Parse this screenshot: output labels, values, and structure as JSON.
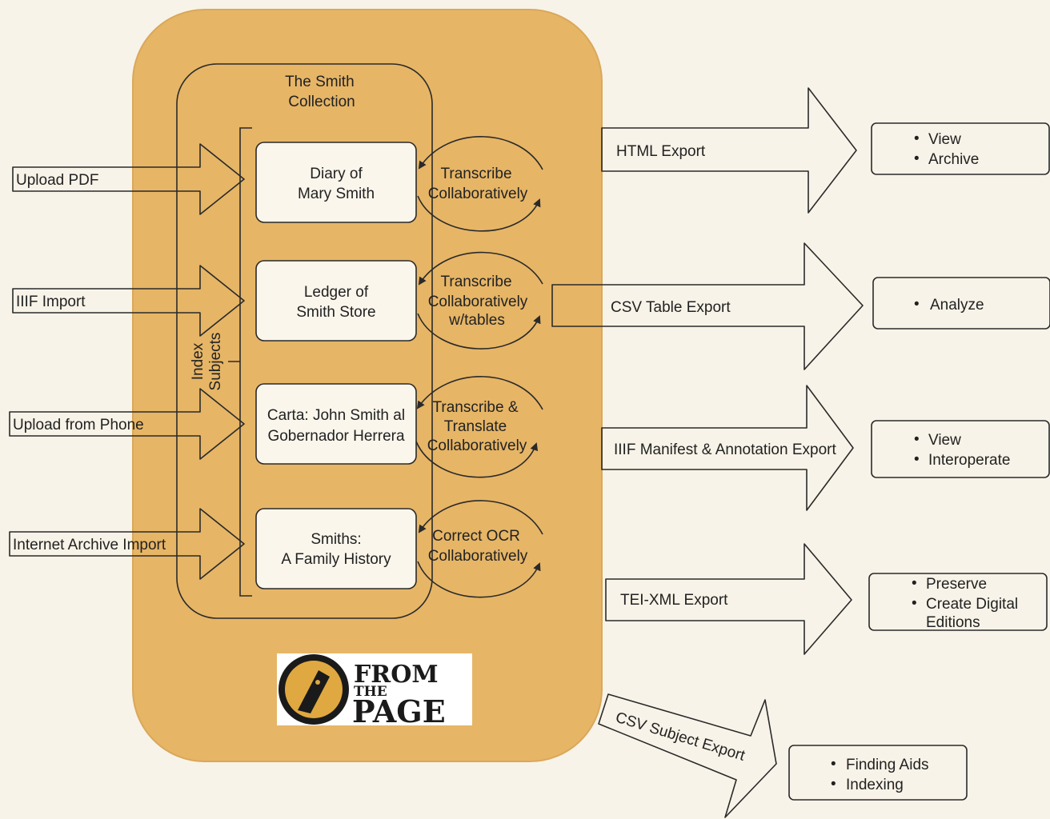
{
  "collection": {
    "title_lines": [
      "The Smith",
      "Collection"
    ],
    "index_label_lines": [
      "Index",
      "Subjects"
    ]
  },
  "imports": [
    {
      "label": "Upload PDF"
    },
    {
      "label": "IIIF Import"
    },
    {
      "label": "Upload from Phone"
    },
    {
      "label": "Internet Archive Import"
    }
  ],
  "documents": [
    {
      "lines": [
        "Diary of",
        "Mary Smith"
      ]
    },
    {
      "lines": [
        "Ledger of",
        "Smith Store"
      ]
    },
    {
      "lines": [
        "Carta:  John Smith al",
        "Gobernador Herrera"
      ]
    },
    {
      "lines": [
        "Smiths:",
        "A Family History"
      ]
    }
  ],
  "workflows": [
    {
      "lines": [
        "Transcribe",
        "Collaboratively"
      ]
    },
    {
      "lines": [
        "Transcribe",
        "Collaboratively",
        "w/tables"
      ]
    },
    {
      "lines": [
        "Transcribe &",
        "Translate",
        "Collaboratively"
      ]
    },
    {
      "lines": [
        "Correct OCR",
        "Collaboratively"
      ]
    }
  ],
  "exports": [
    {
      "label": "HTML Export",
      "outcomes": [
        "View",
        "Archive"
      ]
    },
    {
      "label": "CSV Table Export",
      "outcomes": [
        "Analyze"
      ]
    },
    {
      "label": "IIIF Manifest & Annotation Export",
      "outcomes": [
        "View",
        "Interoperate"
      ]
    },
    {
      "label": "TEI-XML Export",
      "outcomes": [
        "Preserve",
        "Create Digital",
        "Editions"
      ]
    },
    {
      "label": "CSV Subject Export",
      "outcomes": [
        "Finding Aids",
        "Indexing"
      ]
    }
  ],
  "logo": {
    "line1": "FROM",
    "line2": "THE",
    "line3": "PAGE"
  },
  "colors": {
    "background": "#f8f3e8",
    "panel": "#e6b566",
    "box": "#fbf6ec",
    "stroke": "#2a2a2a",
    "logo_dark": "#1a1a1a",
    "logo_gold": "#e0a840"
  }
}
